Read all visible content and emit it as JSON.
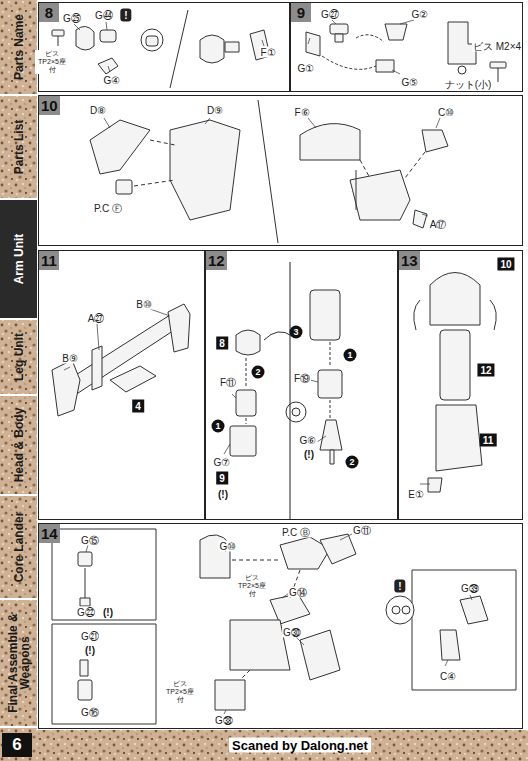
{
  "diagram": {
    "nodes": [
      {
        "text": [
          "Parts Name"
        ]
      },
      {
        "text": [
          "Parts List"
        ]
      },
      {
        "text": [
          "Arm Unit"
        ]
      },
      {
        "text": [
          "Leg Unit"
        ]
      },
      {
        "text": [
          "Head & Body"
        ]
      },
      {
        "text": [
          "Core Lander"
        ]
      },
      {
        "text": [
          "Final Assemble & Weapons"
        ]
      },
      {
        "text": [
          "8"
        ]
      },
      {
        "text": [
          "9"
        ]
      },
      {
        "text": [
          "10"
        ]
      },
      {
        "text": [
          "11"
        ]
      },
      {
        "text": [
          "12"
        ]
      },
      {
        "text": [
          "13"
        ]
      },
      {
        "text": [
          "14"
        ]
      }
    ],
    "labels": [
      "G㉕",
      "G㊹",
      "!",
      "ビス TP2×5座付",
      "G④",
      "F①",
      "G㉗",
      "G②",
      "G①",
      "G⑤",
      "ナット(小)",
      "ビス M2×4",
      "D⑧",
      "D⑨",
      "P.C Ⓕ",
      "F⑥",
      "C⑩",
      "A⑰",
      "B⑩",
      "A㉗",
      "B⑨",
      "4",
      "3",
      "8",
      "2",
      "F⑪",
      "1",
      "G⑦",
      "9",
      "(!)",
      "1",
      "F⑲",
      "G⑥",
      "(!)",
      "2",
      "10",
      "12",
      "11",
      "E①",
      "G⑮",
      "G㉒",
      "(!)",
      "G㉑",
      "(!)",
      "G⑯",
      "P.C Ⓑ",
      "G⑪",
      "G⑩",
      "ビス TP2×5座付",
      "G⑭",
      "!",
      "G㊴",
      "C④",
      "G㉚",
      "ビス TP2×5座付",
      "G㊳",
      "6",
      "Scaned by Dalong.net"
    ]
  }
}
